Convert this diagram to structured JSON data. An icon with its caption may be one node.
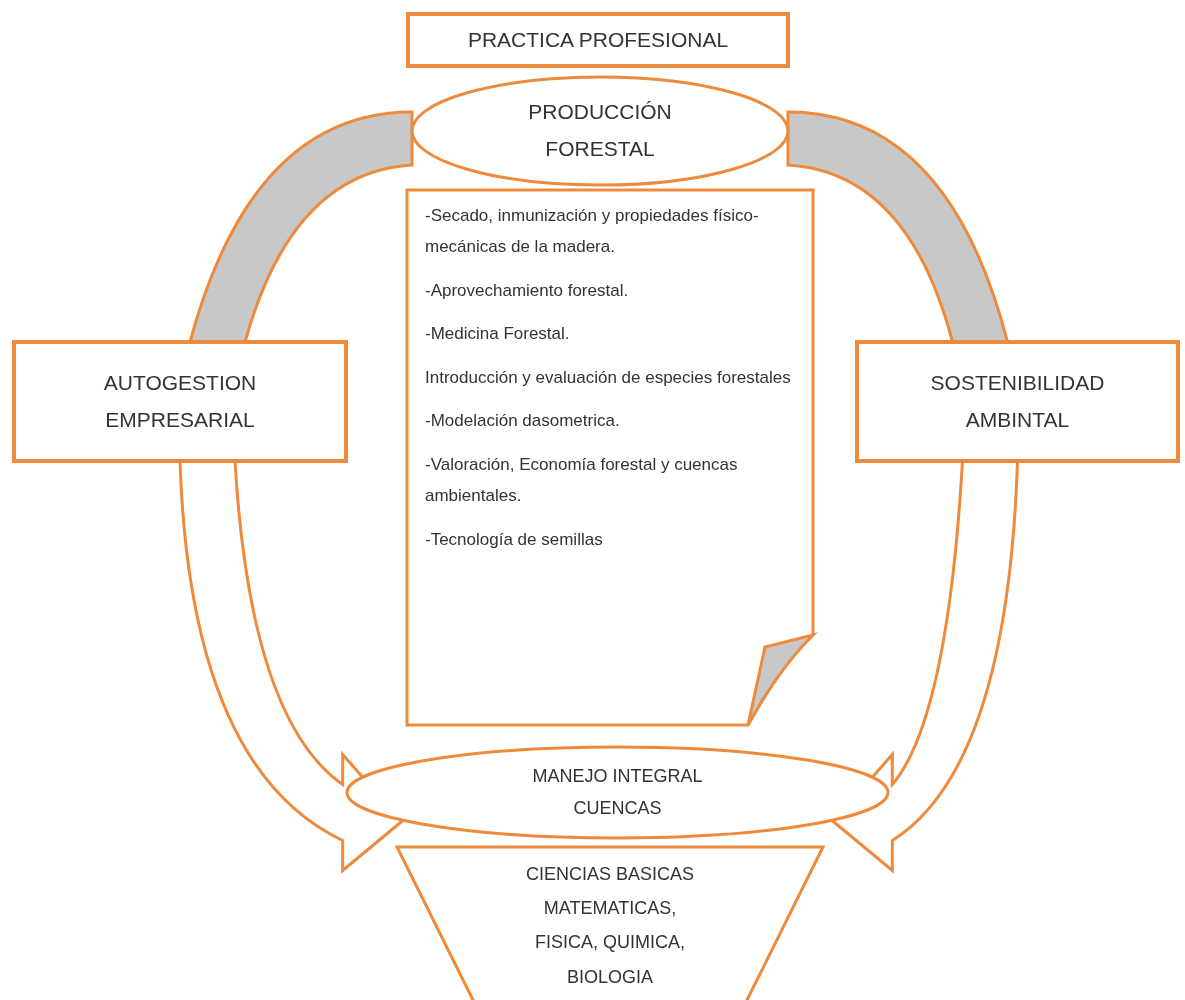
{
  "diagram": {
    "nodes": [
      {
        "text": [
          "PRACTICA PROFESIONAL"
        ]
      },
      {
        "text": [
          "PRODUCCIÓN FORESTAL"
        ]
      },
      {
        "text": [
          "-Secado, inmunización y propiedades físico-mecánicas de la madera.",
          "-Aprovechamiento forestal.",
          "-Medicina Forestal.",
          "Introducción y evaluación de especies forestales",
          "-Modelación dasometrica.",
          "-Valoración, Economía forestal y cuencas ambientales.",
          "-Tecnología de semillas"
        ]
      },
      {
        "text": [
          "AUTOGESTION EMPRESARIAL"
        ]
      },
      {
        "text": [
          "SOSTENIBILIDAD AMBINTAL"
        ]
      },
      {
        "text": [
          "MANEJO INTEGRAL CUENCAS"
        ]
      },
      {
        "text": [
          "CIENCIAS BASICAS",
          "MATEMATICAS, FISICA, QUIMICA, BIOLOGIA"
        ]
      }
    ],
    "edges": [
      {
        "from": 1,
        "to": 3,
        "arrow": "none",
        "style": "thick"
      },
      {
        "from": 3,
        "to": 5,
        "arrow": "to",
        "style": "thick"
      },
      {
        "from": 1,
        "to": 4,
        "arrow": "none",
        "style": "thick"
      },
      {
        "from": 4,
        "to": 5,
        "arrow": "to",
        "style": "thick"
      }
    ]
  }
}
